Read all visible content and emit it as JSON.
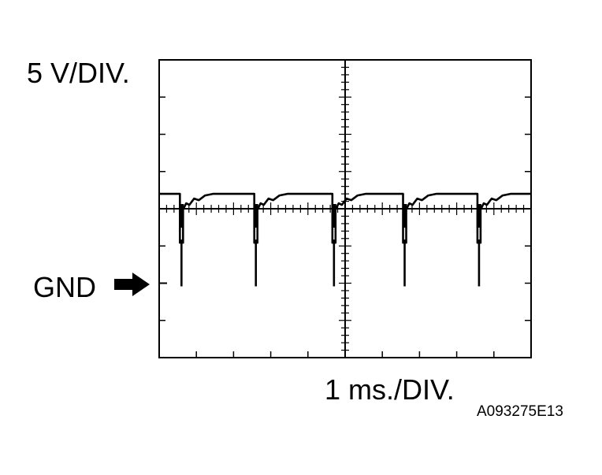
{
  "labels": {
    "voltage_scale": "5 V/DIV.",
    "ground": "GND",
    "time_scale": "1 ms./DIV.",
    "figure_code": "A093275E13"
  },
  "scope": {
    "grid_divisions_x": 10,
    "grid_divisions_y": 8,
    "gnd_division_from_top": 6,
    "ground_marker_icon": "right-arrow-icon",
    "trace_color": "#000000"
  },
  "chart_data": {
    "type": "line",
    "x_unit": "ms",
    "y_unit": "V",
    "x_per_div": 1,
    "y_per_div": 5,
    "xlim": [
      0,
      10
    ],
    "ylim": [
      -10,
      30
    ],
    "pulse_period_ms": 2.0,
    "pulse_times_ms": [
      0.6,
      2.6,
      4.7,
      6.6,
      8.6
    ],
    "high_level_v": 12,
    "low_level_v": 0
  }
}
